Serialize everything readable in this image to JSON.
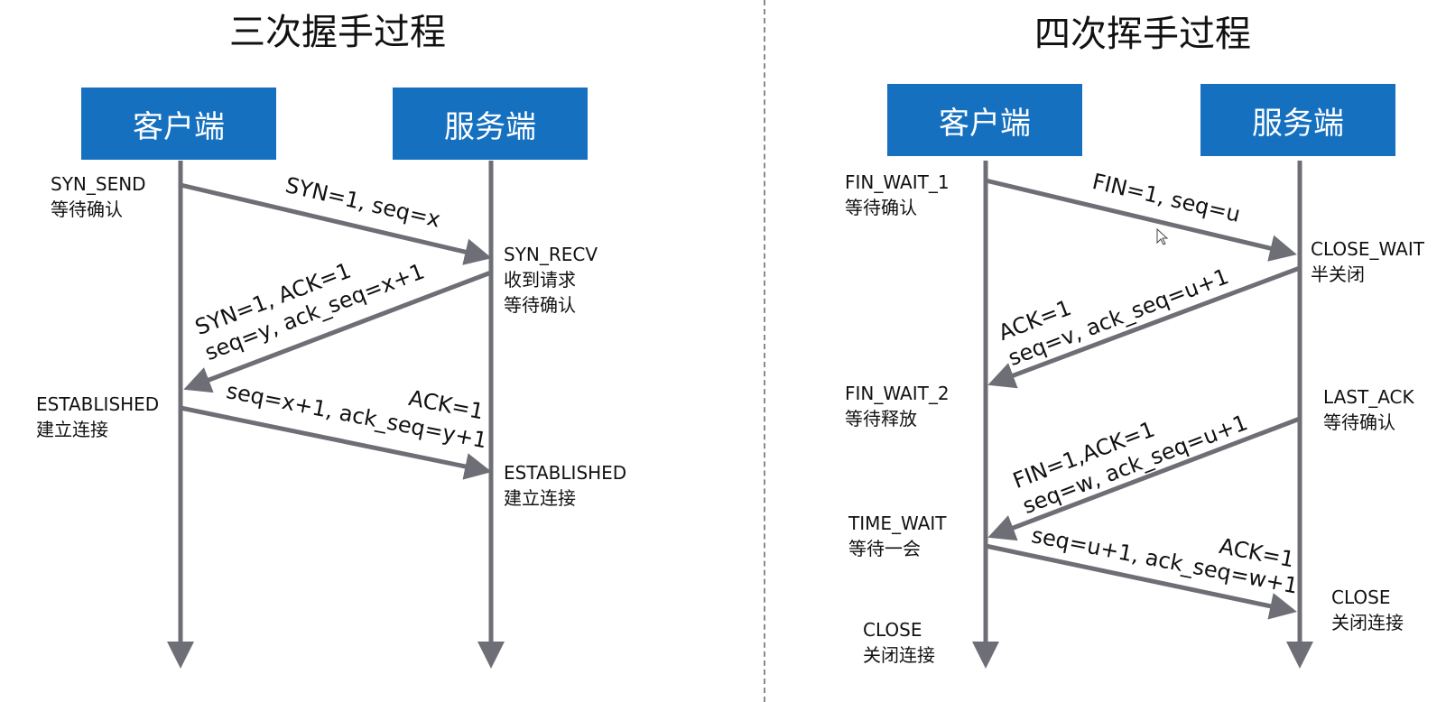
{
  "handshake": {
    "title": "三次握手过程",
    "client": "客户端",
    "server": "服务端",
    "client_state_1": [
      "SYN_SEND",
      "等待确认"
    ],
    "server_state_1": [
      "SYN_RECV",
      "收到请求",
      "等待确认"
    ],
    "client_state_2": [
      "ESTABLISHED",
      "建立连接"
    ],
    "server_state_2": [
      "ESTABLISHED",
      "建立连接"
    ],
    "msg_1": "SYN=1, seq=x",
    "msg_2": [
      "SYN=1, ACK=1",
      "seq=y, ack_seq=x+1"
    ],
    "msg_3a": "seq=x+1, ack_seq=y+1",
    "msg_3b": "ACK=1"
  },
  "wave": {
    "title": "四次挥手过程",
    "client": "客户端",
    "server": "服务端",
    "client_state_1": [
      "FIN_WAIT_1",
      "等待确认"
    ],
    "server_state_1": [
      "CLOSE_WAIT",
      "半关闭"
    ],
    "client_state_2": [
      "FIN_WAIT_2",
      "等待释放"
    ],
    "server_state_2": [
      "LAST_ACK",
      "等待确认"
    ],
    "client_state_3": [
      "TIME_WAIT",
      "等待一会"
    ],
    "server_state_3": [
      "CLOSE",
      "关闭连接"
    ],
    "client_state_4": [
      "CLOSE",
      "关闭连接"
    ],
    "msg_1": "FIN=1, seq=u",
    "msg_2": [
      "ACK=1",
      "seq=v, ack_seq=u+1"
    ],
    "msg_3": [
      "FIN=1,ACK=1",
      "seq=w, ack_seq=u+1"
    ],
    "msg_4a": "seq=u+1, ack_seq=w+1",
    "msg_4b": "ACK=1"
  },
  "colors": {
    "box": "#1570c0",
    "line": "#6e6e76",
    "divider": "#8a8a8a"
  },
  "icons": {
    "cursor": "mouse-pointer-icon"
  }
}
